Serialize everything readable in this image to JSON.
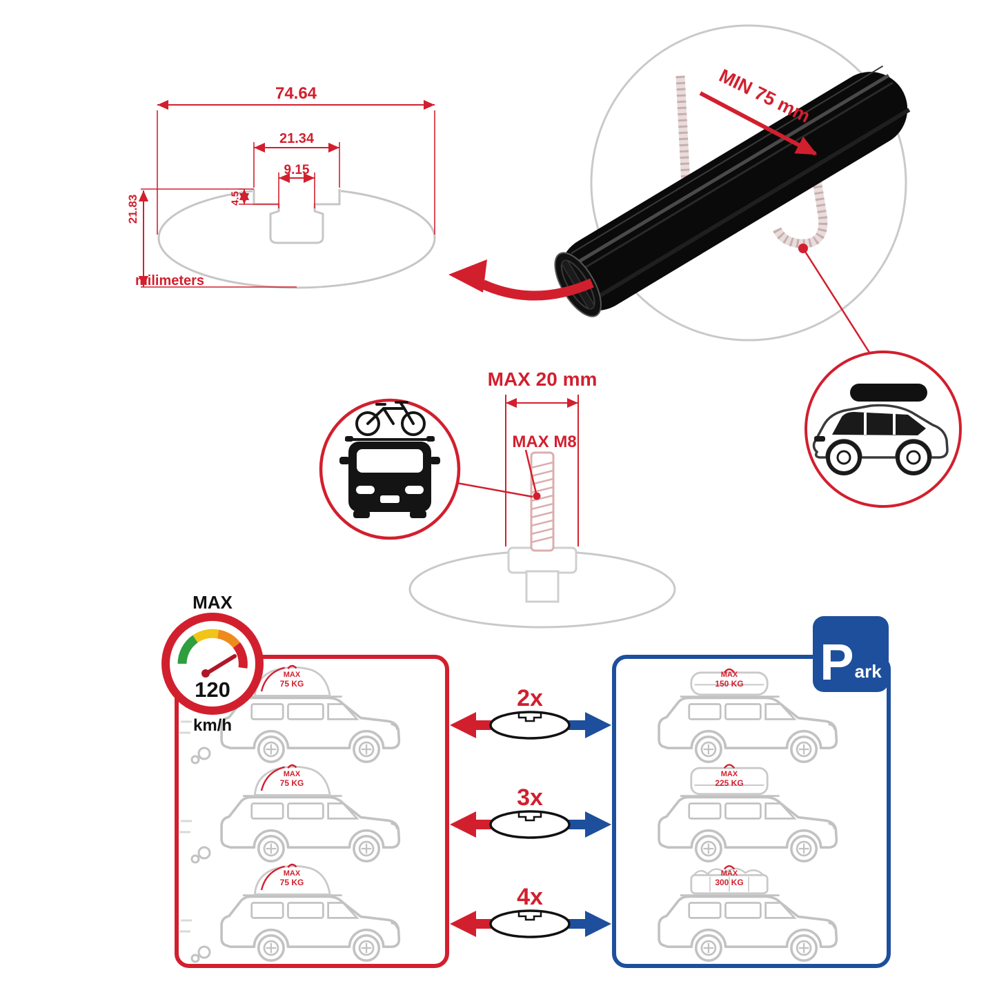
{
  "colors": {
    "accent_red": "#d21f2e",
    "accent_blue": "#1d4f9c",
    "line_gray": "#c6c6c6",
    "bar_black": "#0a0a0a"
  },
  "dimension_diagram": {
    "total_width": "74.64",
    "channel_outer_width": "21.34",
    "channel_inner_width": "9.15",
    "lip_depth": "4.5",
    "total_height": "21.83",
    "unit_label": "milimeters"
  },
  "crossbar_detail": {
    "min_clamp_label": "MIN 75 mm"
  },
  "bolt_detail": {
    "max_width_label": "MAX 20 mm",
    "max_thread_label": "MAX M8"
  },
  "speed_gauge": {
    "title": "MAX",
    "value": "120",
    "unit": "km/h"
  },
  "capacity_rows": [
    {
      "multiplier": "2x",
      "moving_load": {
        "line1": "MAX",
        "line2": "75 KG"
      },
      "parked_load": {
        "line1": "MAX",
        "line2": "150 KG"
      }
    },
    {
      "multiplier": "3x",
      "moving_load": {
        "line1": "MAX",
        "line2": "75 KG"
      },
      "parked_load": {
        "line1": "MAX",
        "line2": "225 KG"
      }
    },
    {
      "multiplier": "4x",
      "moving_load": {
        "line1": "MAX",
        "line2": "75 KG"
      },
      "parked_load": {
        "line1": "MAX",
        "line2": "300 KG"
      }
    }
  ],
  "park_sign": {
    "letter": "P",
    "suffix": "ark"
  }
}
